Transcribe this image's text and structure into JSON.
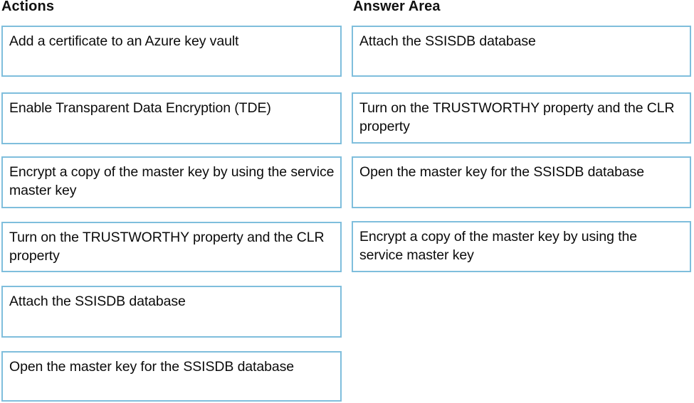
{
  "page": {
    "type": "drag-and-drop-ordering-question",
    "background_color": "#ffffff",
    "card_border_color": "#7fbedc",
    "text_color": "#0b0b0b"
  },
  "actions_column": {
    "header": "Actions",
    "items": [
      {
        "label": "Add a certificate to an Azure key vault"
      },
      {
        "label": "Enable Transparent Data Encryption (TDE)"
      },
      {
        "label": "Encrypt a copy of the master key by using the service master key"
      },
      {
        "label": "Turn on the TRUSTWORTHY property and the CLR property"
      },
      {
        "label": "Attach the SSISDB database"
      },
      {
        "label": "Open the master key for the SSISDB database"
      }
    ]
  },
  "answer_area_column": {
    "header": "Answer Area",
    "items": [
      {
        "label": "Attach the SSISDB database"
      },
      {
        "label": "Turn on the TRUSTWORTHY property and the CLR property"
      },
      {
        "label": "Open the master key for the SSISDB database"
      },
      {
        "label": "Encrypt a copy of the master key by using the service master key"
      }
    ]
  }
}
